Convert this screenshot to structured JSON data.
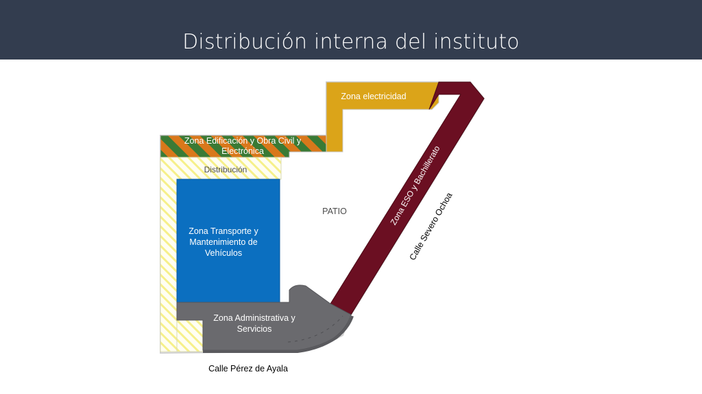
{
  "slide": {
    "title": "Distribución interna del instituto"
  },
  "zones": {
    "electricidad": "Zona electricidad",
    "edificacion_line1": "Zona Edificación y Obra Civil y",
    "edificacion_line2": "Electrónica",
    "distribucion": "Distribución",
    "patio": "PATIO",
    "transporte_line1": "Zona Transporte y",
    "transporte_line2": "Mantenimiento de",
    "transporte_line3": "Vehículos",
    "administrativa_line1": "Zona Administrativa y",
    "administrativa_line2": "Servicios",
    "eso": "Zona ESO y Bachillerato"
  },
  "streets": {
    "severo_ochoa": "Calle Severo Ochoa",
    "perez_ayala": "Calle Pérez de Ayala"
  },
  "colors": {
    "header": "#333d4f",
    "electricidad": "#dba419",
    "eso": "#6b0f22",
    "transporte": "#0b6fc0",
    "administrativa": "#6a6a6e",
    "stripe_orange": "#d9781b",
    "stripe_green": "#3a7a35",
    "hatch_yellow": "#f6f08a"
  }
}
